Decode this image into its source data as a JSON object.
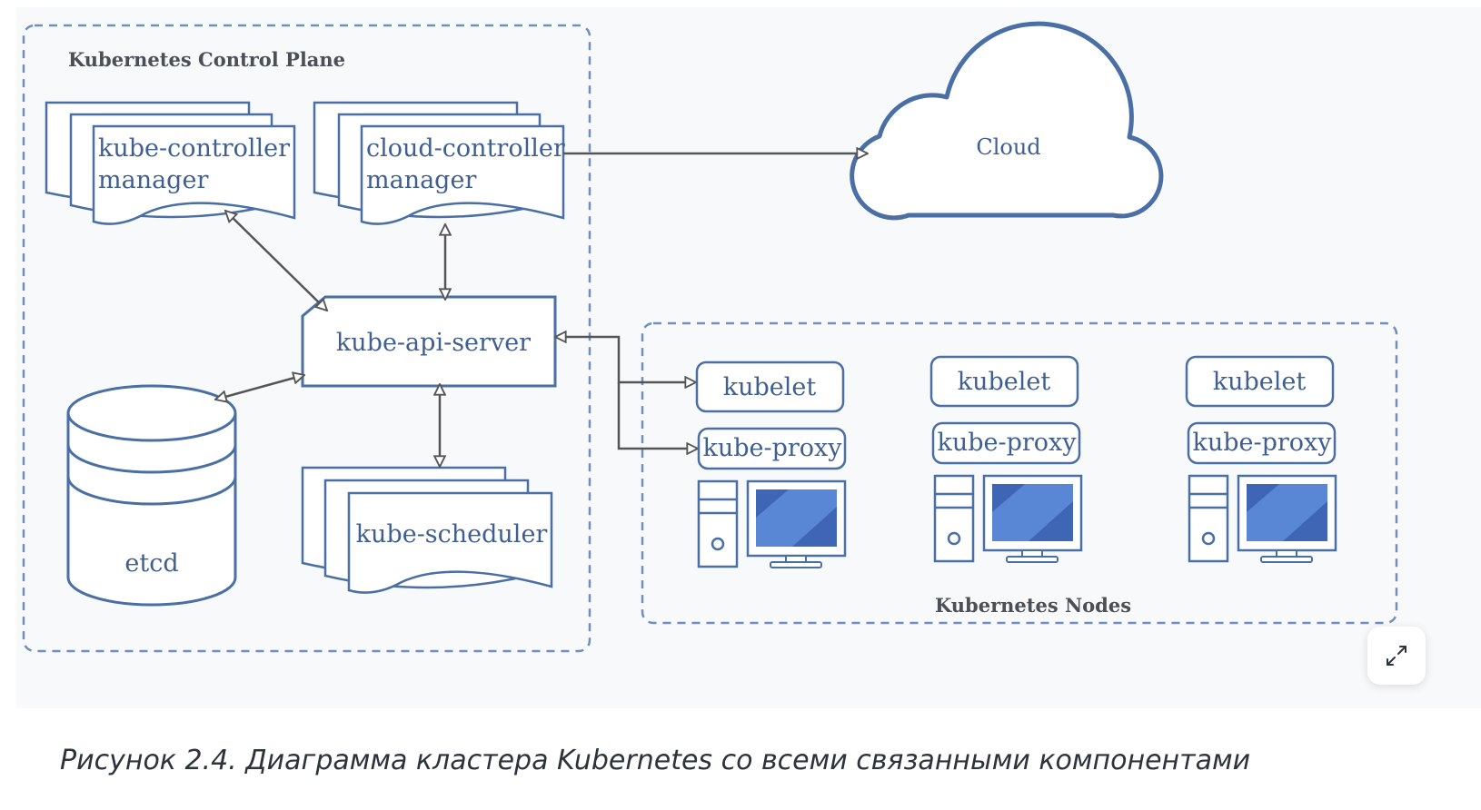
{
  "diagram": {
    "control_plane_label": "Kubernetes Control Plane",
    "nodes_label": "Kubernetes Nodes",
    "kube_controller_manager": [
      "kube-controller",
      "manager"
    ],
    "cloud_controller_manager": [
      "cloud-controller",
      "manager"
    ],
    "api_server": "kube-api-server",
    "etcd": "etcd",
    "scheduler": "kube-scheduler",
    "cloud": "Cloud",
    "nodes": [
      {
        "kubelet": "kubelet",
        "proxy": "kube-proxy"
      },
      {
        "kubelet": "kubelet",
        "proxy": "kube-proxy"
      },
      {
        "kubelet": "kubelet",
        "proxy": "kube-proxy"
      }
    ],
    "colors": {
      "stroke": "#4a6fa5",
      "text": "#3f5f91",
      "label": "#4b4f56",
      "arrow": "#555555",
      "screen": "#3f66b4"
    }
  },
  "caption": "Рисунок 2.4. Диаграмма кластера Kubernetes со всеми связанными компонентами",
  "expand_icon": "expand-icon"
}
